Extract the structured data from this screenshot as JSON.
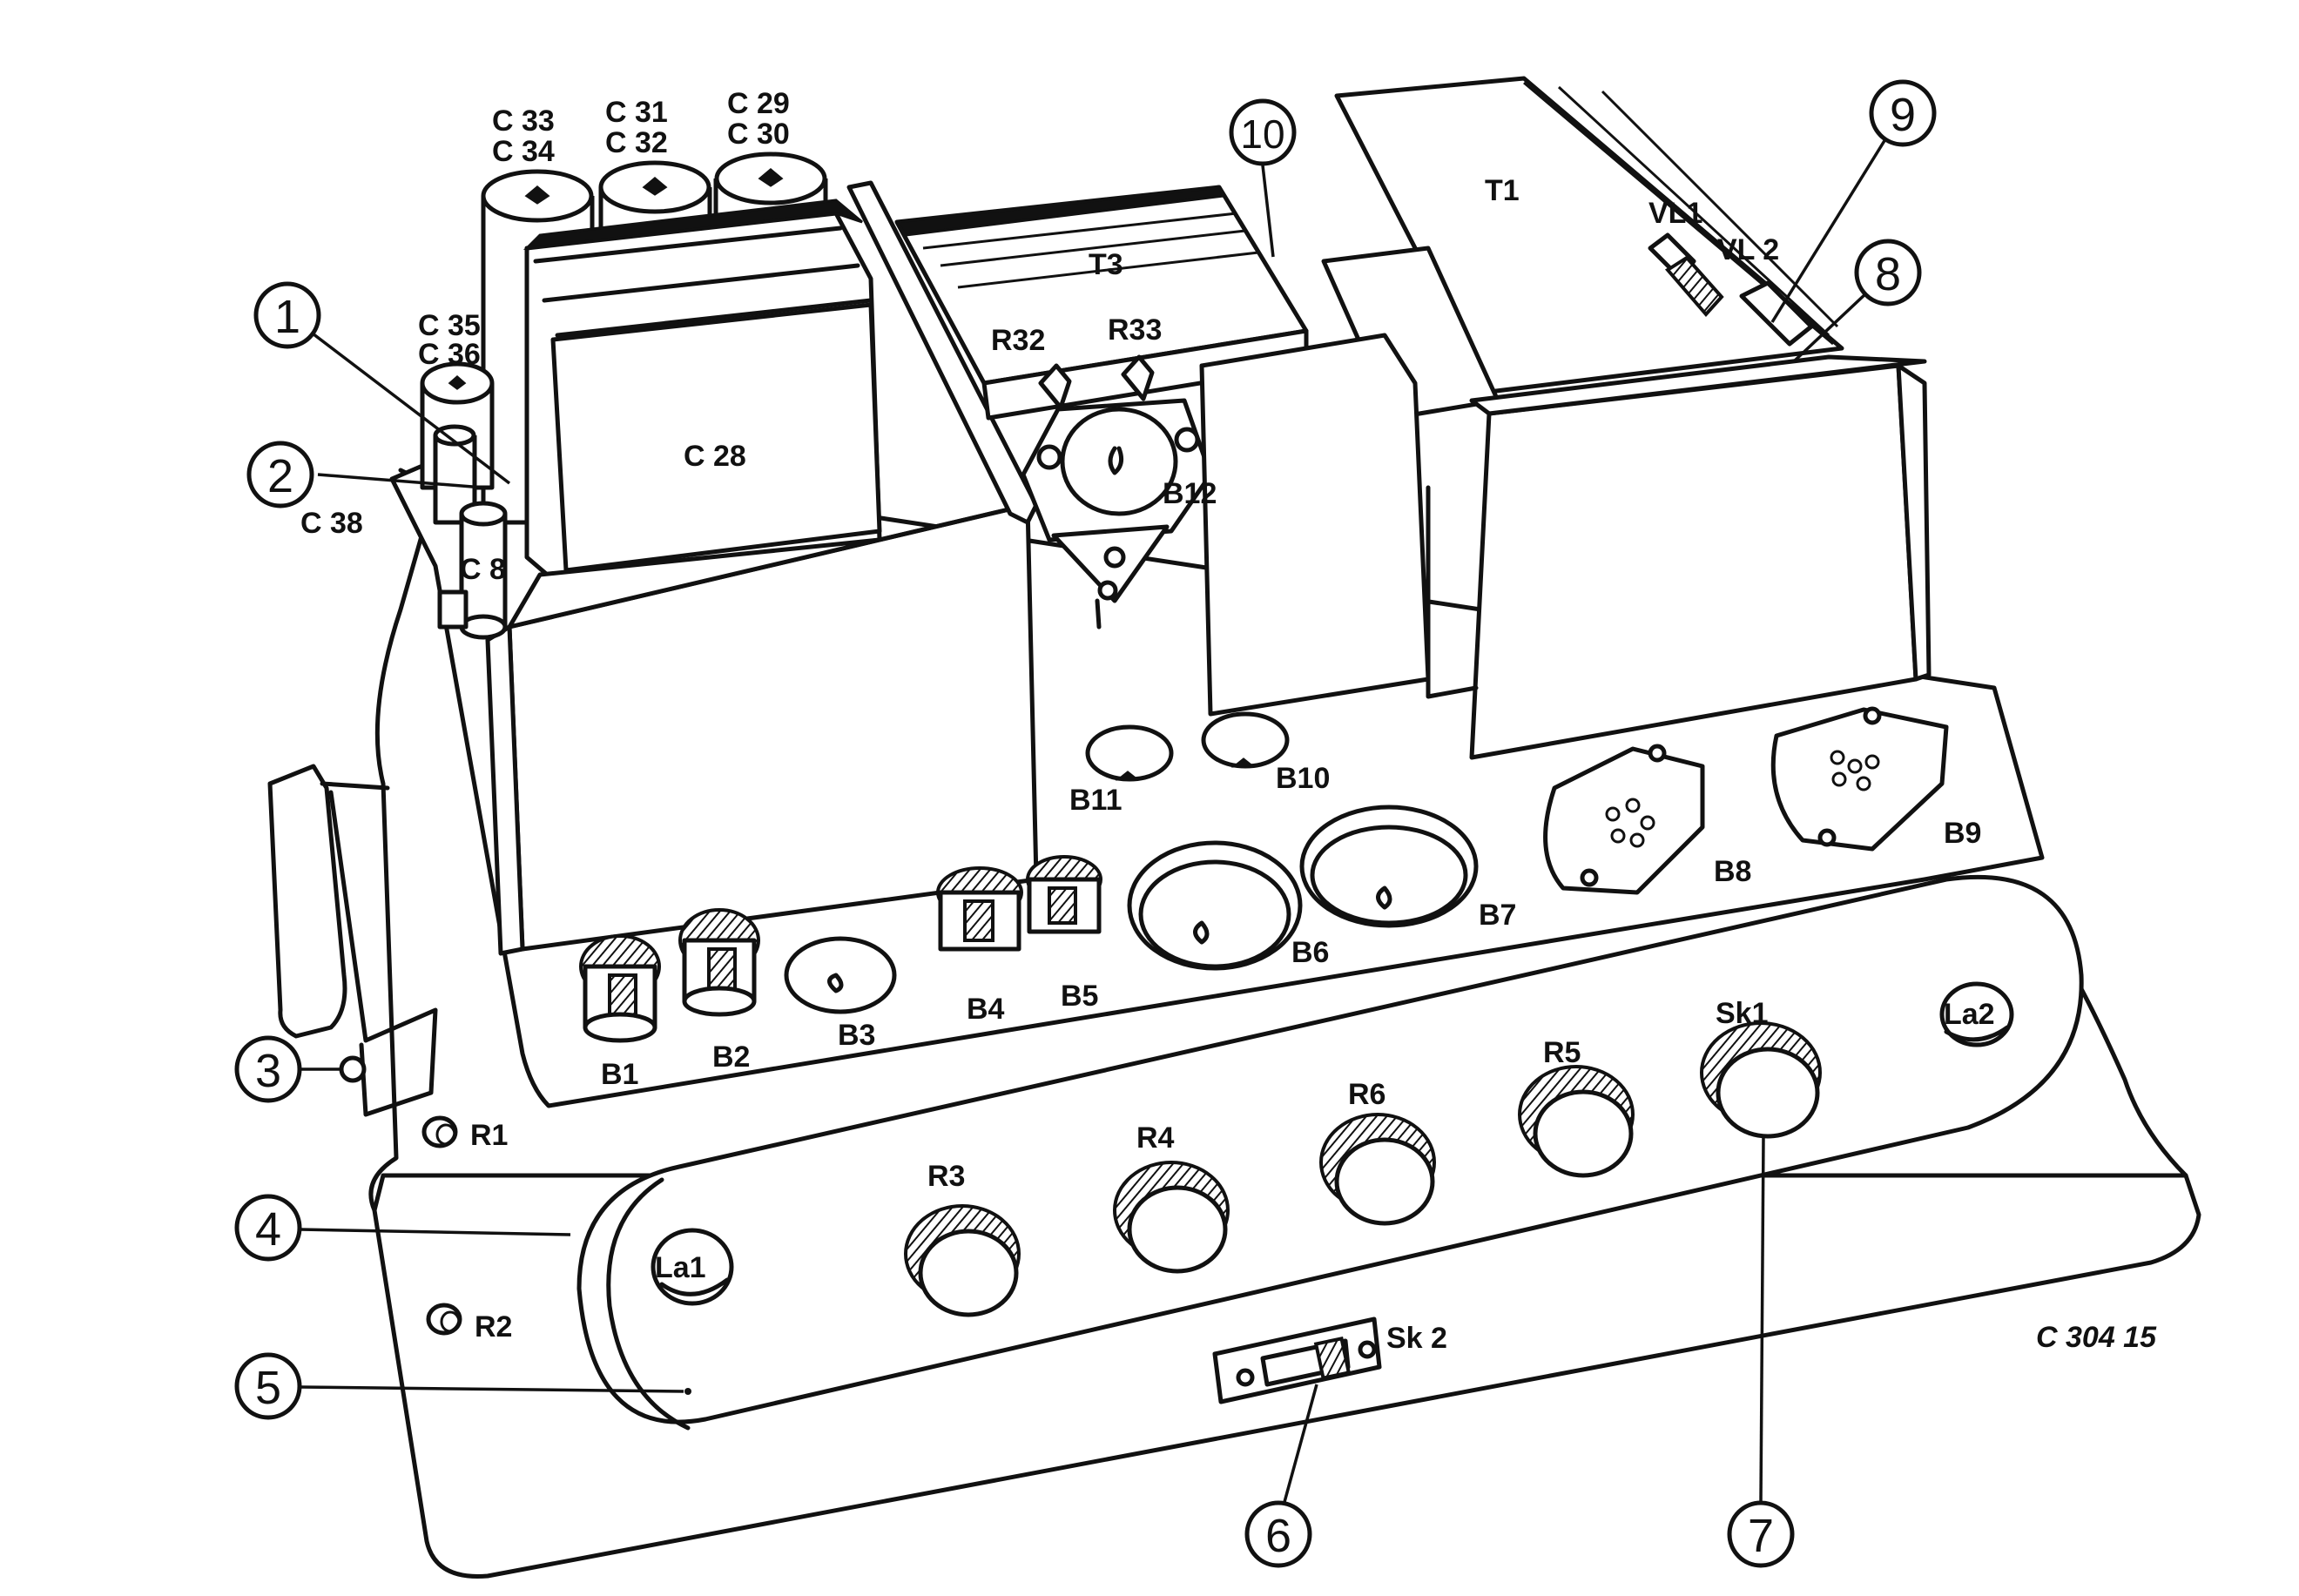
{
  "diagram": {
    "drawing_code": "C 304 15",
    "callouts": [
      "1",
      "2",
      "3",
      "4",
      "5",
      "6",
      "7",
      "8",
      "9",
      "10"
    ],
    "labels": {
      "c33_c34": [
        "C 33",
        "C 34"
      ],
      "c31_c32": [
        "C 31",
        "C 32"
      ],
      "c29_c30": [
        "C 29",
        "C 30"
      ],
      "c35_c36": [
        "C 35",
        "C 36"
      ],
      "c38": "C 38",
      "c8": "C 8",
      "c28": "C 28",
      "t3": "T3",
      "t1": "T1",
      "r32": "R32",
      "r33": "R33",
      "vl1": "VL1",
      "vl2": "VL 2",
      "b12": "B12",
      "b11": "B11",
      "b10": "B10",
      "b9": "B9",
      "b8": "B8",
      "b7": "B7",
      "b6": "B6",
      "b5": "B5",
      "b4": "B4",
      "b3": "B3",
      "b2": "B2",
      "b1": "B1",
      "r1": "R1",
      "r2": "R2",
      "r3": "R3",
      "r4": "R4",
      "r5": "R5",
      "r6": "R6",
      "sk1": "Sk1",
      "sk2": "Sk 2",
      "la1": "La1",
      "la2": "La2"
    }
  }
}
